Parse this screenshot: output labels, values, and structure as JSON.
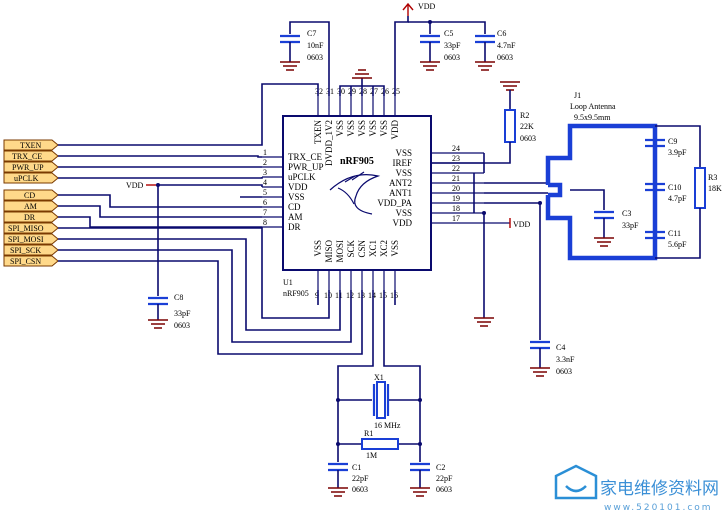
{
  "chip": {
    "ref": "U1",
    "part": "nRF905",
    "chip_name": "nRF905",
    "left_pins": [
      {
        "no": "1",
        "name": "TRX_CE"
      },
      {
        "no": "2",
        "name": "PWR_UP"
      },
      {
        "no": "3",
        "name": "uPCLK"
      },
      {
        "no": "4",
        "name": "VDD"
      },
      {
        "no": "5",
        "name": "VSS"
      },
      {
        "no": "6",
        "name": "CD"
      },
      {
        "no": "7",
        "name": "AM"
      },
      {
        "no": "8",
        "name": "DR"
      }
    ],
    "right_pins": [
      {
        "no": "24",
        "name": "VSS"
      },
      {
        "no": "23",
        "name": "IREF"
      },
      {
        "no": "22",
        "name": "VSS"
      },
      {
        "no": "21",
        "name": "ANT2"
      },
      {
        "no": "20",
        "name": "ANT1"
      },
      {
        "no": "19",
        "name": "VDD_PA"
      },
      {
        "no": "18",
        "name": "VSS"
      },
      {
        "no": "17",
        "name": "VDD"
      }
    ],
    "top_pins": [
      {
        "no": "32",
        "name": "TXEN"
      },
      {
        "no": "31",
        "name": "DVDD_1V2"
      },
      {
        "no": "30",
        "name": "VSS"
      },
      {
        "no": "29",
        "name": "VSS"
      },
      {
        "no": "28",
        "name": "VSS"
      },
      {
        "no": "27",
        "name": "VSS"
      },
      {
        "no": "26",
        "name": "VSS"
      },
      {
        "no": "25",
        "name": "VDD"
      }
    ],
    "bottom_pins": [
      {
        "no": "9",
        "name": "VSS"
      },
      {
        "no": "10",
        "name": "MISO"
      },
      {
        "no": "11",
        "name": "MOSI"
      },
      {
        "no": "12",
        "name": "SCK"
      },
      {
        "no": "13",
        "name": "CSN"
      },
      {
        "no": "14",
        "name": "XC1"
      },
      {
        "no": "15",
        "name": "XC2"
      },
      {
        "no": "16",
        "name": "VSS"
      }
    ]
  },
  "signals": [
    "TXEN",
    "TRX_CE",
    "PWR_UP",
    "uPCLK",
    "CD",
    "AM",
    "DR",
    "SPI_MISO",
    "SPI_MOSI",
    "SPI_SCK",
    "SPI_CSN"
  ],
  "power": {
    "vdd": "VDD"
  },
  "components": {
    "c7": {
      "ref": "C7",
      "value": "10nF",
      "pkg": "0603"
    },
    "c5": {
      "ref": "C5",
      "value": "33pF",
      "pkg": "0603"
    },
    "c6": {
      "ref": "C6",
      "value": "4.7nF",
      "pkg": "0603"
    },
    "r2": {
      "ref": "R2",
      "value": "22K",
      "pkg": "0603"
    },
    "j1": {
      "ref": "J1",
      "value": "Loop Antenna",
      "size": "9.5x9.5mm"
    },
    "c9": {
      "ref": "C9",
      "value": "3.9pF"
    },
    "c10": {
      "ref": "C10",
      "value": "4.7pF"
    },
    "c11": {
      "ref": "C11",
      "value": "5.6pF"
    },
    "r3": {
      "ref": "R3",
      "value": "18K"
    },
    "c3": {
      "ref": "C3",
      "value": "33pF"
    },
    "c8": {
      "ref": "C8",
      "value": "33pF",
      "pkg": "0603"
    },
    "c4": {
      "ref": "C4",
      "value": "3.3nF",
      "pkg": "0603"
    },
    "x1": {
      "ref": "X1",
      "value": "16 MHz"
    },
    "r1": {
      "ref": "R1",
      "value": "1M"
    },
    "c1": {
      "ref": "C1",
      "value": "22pF",
      "pkg": "0603"
    },
    "c2": {
      "ref": "C2",
      "value": "22pF",
      "pkg": "0603"
    }
  },
  "watermark": {
    "text": "家电维修资料网",
    "url": "www.520101.com"
  }
}
